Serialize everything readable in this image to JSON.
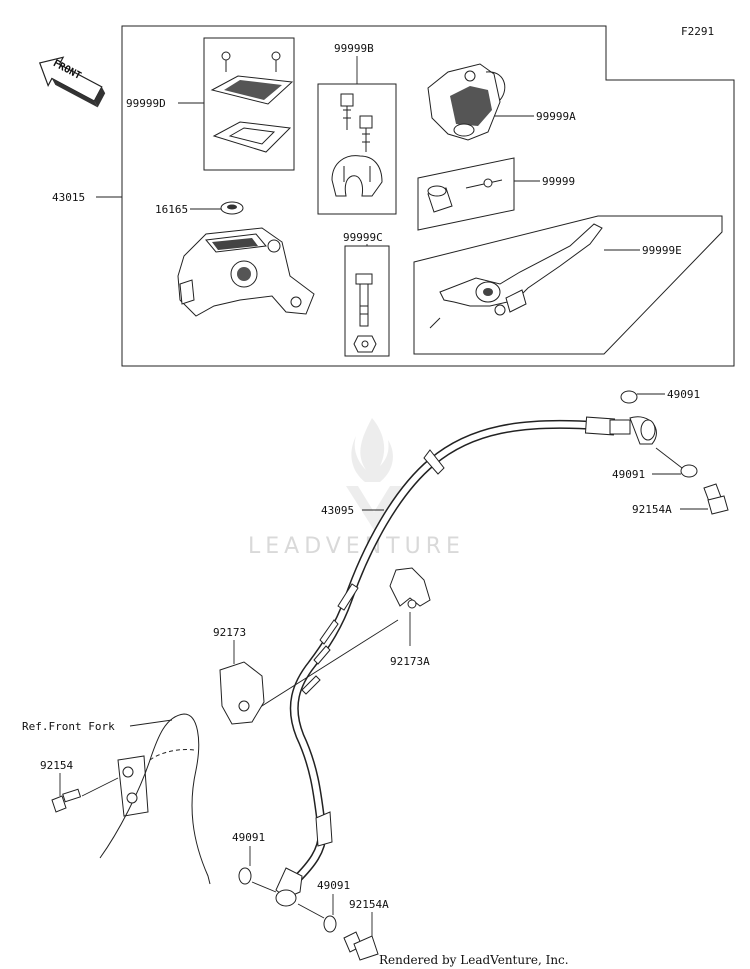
{
  "figure_code": "F2291",
  "front_arrow_label": "FRONT",
  "watermark": "LEADVENTURE",
  "credit": "Rendered by LeadVenture, Inc.",
  "callouts": {
    "p43015": "43015",
    "p99999D": "99999D",
    "p99999B": "99999B",
    "p99999A": "99999A",
    "p16165": "16165",
    "p99999C": "99999C",
    "p99999": "99999",
    "p99999E": "99999E",
    "p49091_top": "49091",
    "p49091_mid": "49091",
    "p92154A_top": "92154A",
    "p43095": "43095",
    "p92173": "92173",
    "p92173A": "92173A",
    "ref_front_fork": "Ref.Front Fork",
    "p92154": "92154",
    "p49091_bl": "49091",
    "p49091_br": "49091",
    "p92154A_bottom": "92154A"
  },
  "colors": {
    "line": "#222222",
    "watermark": "#d9d9d9",
    "fill": "#ffffff",
    "shade": "#555555"
  }
}
